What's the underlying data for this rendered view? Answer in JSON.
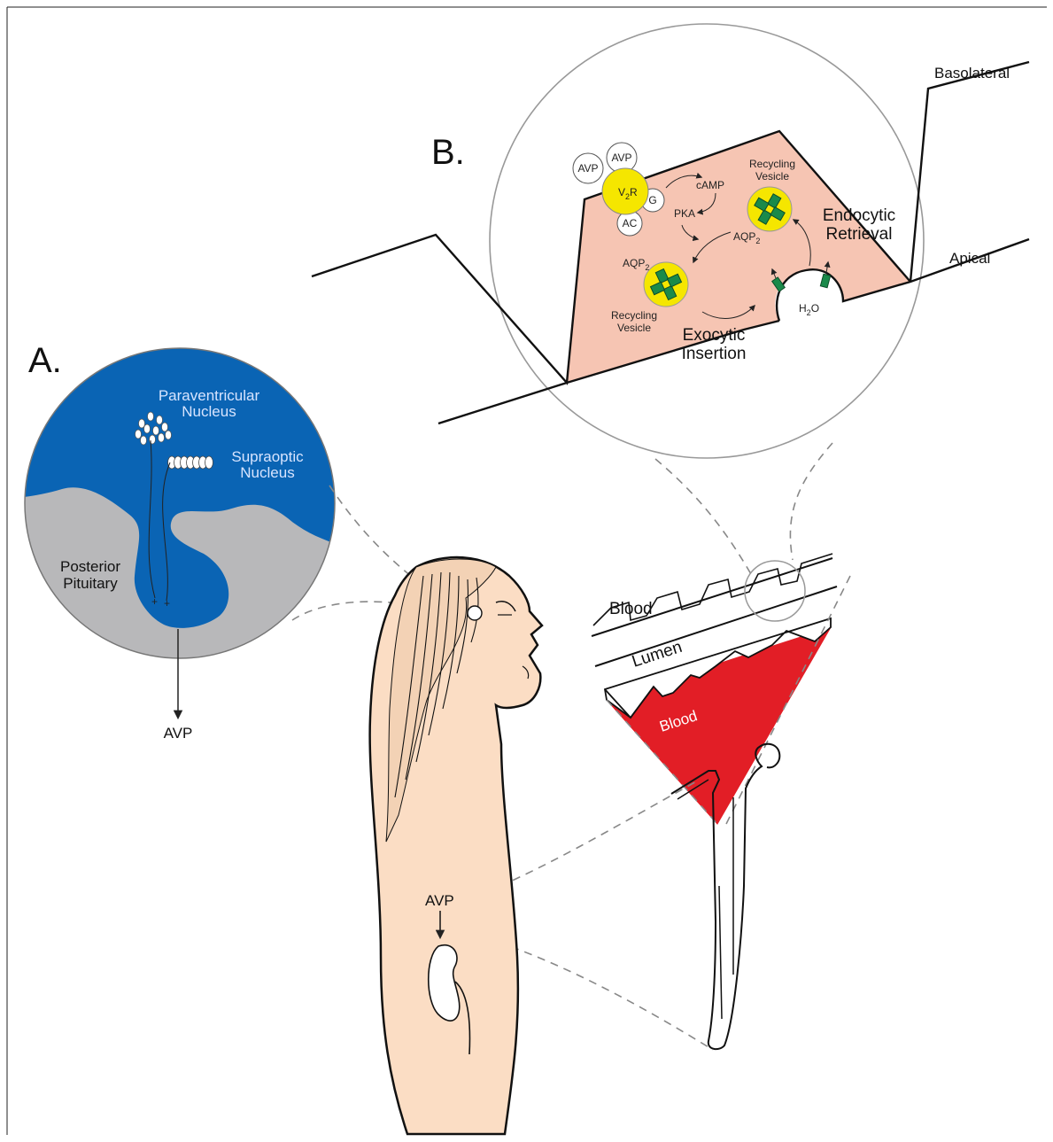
{
  "panels": {
    "a": "A.",
    "b": "B."
  },
  "brain": {
    "paraventricular": [
      "Paraventricular",
      "Nucleus"
    ],
    "supraoptic": [
      "Supraoptic",
      "Nucleus"
    ],
    "posterior_pituitary": [
      "Posterior",
      "Pituitary"
    ],
    "plus": "+",
    "output": "AVP"
  },
  "cell": {
    "basolateral": "Basolateral",
    "apical": "Apical",
    "avp_1": "AVP",
    "avp_2": "AVP",
    "receptor_main": "V",
    "receptor_sub": "2",
    "receptor_end": "R",
    "g_protein": "G",
    "adenylyl_cyclase": "AC",
    "camp": "cAMP",
    "pka": "PKA",
    "aqp_main": "AQP",
    "aqp_sub": "2",
    "recycling_vesicle": [
      "Recycling",
      "Vesicle"
    ],
    "endocytic": [
      "Endocytic",
      "Retrieval"
    ],
    "exocytic": [
      "Exocytic",
      "Insertion"
    ],
    "water_main": "H",
    "water_sub": "2",
    "water_end": "O"
  },
  "tubule": {
    "blood_top": "Blood",
    "lumen": "Lumen",
    "blood_bottom": "Blood"
  },
  "body": {
    "avp": "AVP"
  },
  "colors": {
    "brain_blue": "#0a64b4",
    "brain_grey": "#b8b8ba",
    "cell_pink": "#f6c5b3",
    "skin": "#fbddc4",
    "blood_red": "#e21e26",
    "receptor_yellow": "#f5e600",
    "aqp_green": "#1a8a4a"
  }
}
